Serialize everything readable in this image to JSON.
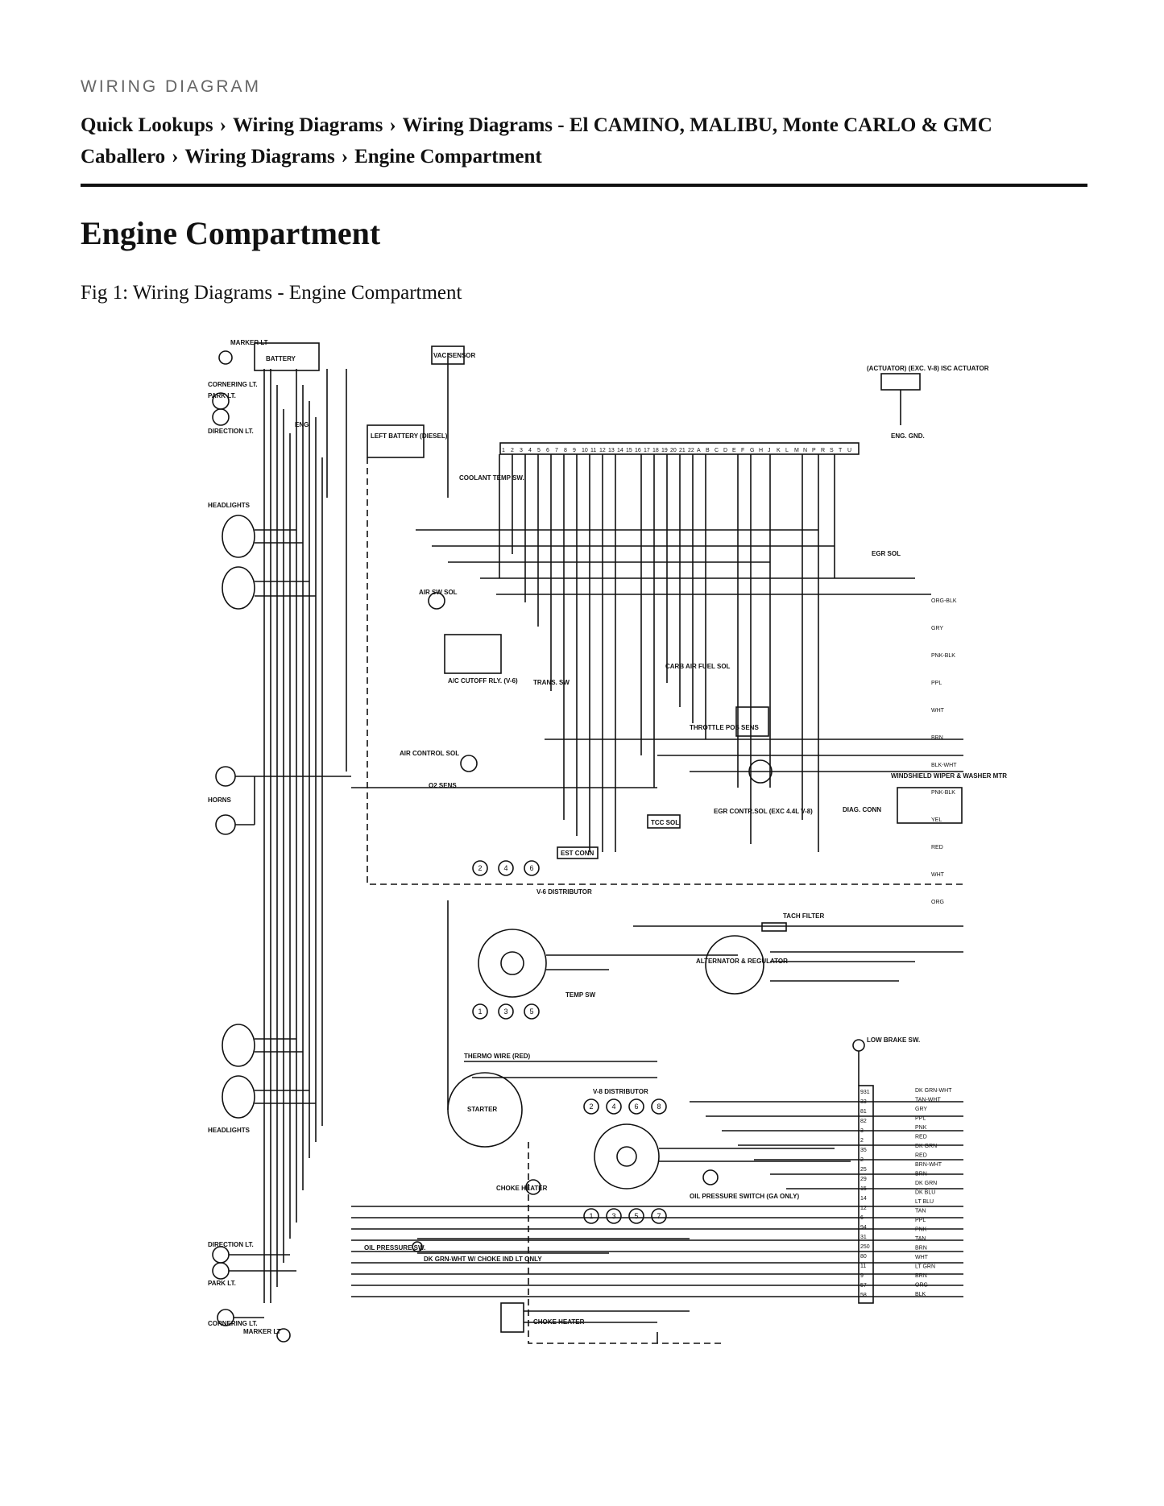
{
  "header": {
    "section_label": "WIRING DIAGRAM",
    "breadcrumb": [
      "Quick Lookups",
      "Wiring Diagrams",
      "Wiring Diagrams - El CAMINO, MALIBU, Monte CARLO & GMC Caballero",
      "Wiring Diagrams",
      "Engine Compartment"
    ],
    "separator": "›"
  },
  "page_title": "Engine Compartment",
  "caption": "Fig 1: Wiring Diagrams - Engine Compartment",
  "diagram": {
    "labels": {
      "marker_lt": "MARKER LT",
      "cornering_lt": "CORNERING LT.",
      "park_lt": "PARK LT.",
      "direction_lt": "DIRECTION LT.",
      "headlights": "HEADLIGHTS",
      "horns": "HORNS",
      "battery": "BATTERY",
      "left_battery": "LEFT BATTERY (DIESEL)",
      "eng": "ENG",
      "vac_sensor": "VAC SENSOR",
      "coolant_temp_sw": "COOLANT TEMP SW.",
      "air_sw_sol": "AIR SW SOL",
      "ac_cutoff": "A/C CUTOFF RLY. (V-6)",
      "trans_sw": "TRANS. SW",
      "carb_air_fuel_sol": "CARB AIR FUEL SOL",
      "throttle_pos_sens": "THROTTLE POS SENS",
      "air_control_sol": "AIR CONTROL SOL",
      "o2_sens": "O2 SENS",
      "tcc_sol": "TCC SOL",
      "egr_contr_sol": "EGR CONTR.SOL (EXC 4.4L V-8)",
      "diag_conn": "DIAG. CONN",
      "windshield_wiper": "WINDSHIELD WIPER & WASHER MTR",
      "est_conn": "EST CONN",
      "v6_distributor": "V-6 DISTRIBUTOR",
      "alternator": "ALTERNATOR & REGULATOR",
      "tach_filter": "TACH FILTER",
      "temp_sw": "TEMP SW",
      "thermo_wire": "THERMO WIRE (RED)",
      "starter": "STARTER",
      "v8_distributor": "V-8 DISTRIBUTOR",
      "choke_heater": "CHOKE HEATER",
      "oil_pressure_switch": "OIL PRESSURE SWITCH (GA ONLY)",
      "low_brake_sw": "LOW BRAKE SW.",
      "oil_pressure_sw": "OIL PRESSURE SW.",
      "isc_actuator": "(ACTUATOR) (EXC. V-8) ISC ACTUATOR",
      "eng_gnd": "ENG. GND.",
      "egr_sol": "EGR SOL",
      "choke_ind": "DK GRN-WHT  W/ CHOKE IND LT ONLY"
    },
    "ecm_pin_labels": [
      "1",
      "2",
      "3",
      "4",
      "5",
      "6",
      "7",
      "8",
      "9",
      "10",
      "11",
      "12",
      "13",
      "14",
      "15",
      "16",
      "17",
      "18",
      "19",
      "20",
      "21",
      "22",
      "A",
      "B",
      "C",
      "D",
      "E",
      "F",
      "G",
      "H",
      "J",
      "K",
      "L",
      "M",
      "N",
      "P",
      "R",
      "S",
      "T",
      "U"
    ],
    "right_wire_labels": [
      "ORG-BLK",
      "GRY",
      "PNK-BLK",
      "PPL",
      "WHT",
      "BRN",
      "BLK-WHT",
      "PNK-BLK",
      "YEL",
      "RED",
      "WHT",
      "ORG"
    ],
    "bottom_connector_labels": [
      "DK GRN-WHT",
      "TAN-WHT",
      "GRY",
      "PPL",
      "PNK",
      "RED",
      "DK GRN",
      "RED",
      "BRN-WHT",
      "BRN",
      "DK GRN",
      "DK BLU",
      "LT BLU",
      "TAN",
      "PPL",
      "PNK",
      "TAN",
      "BRN",
      "WHT",
      "LT GRN",
      "BRN",
      "ORG",
      "BLK"
    ],
    "bottom_connector_pins": [
      "931",
      "33",
      "81",
      "82",
      "3",
      "2",
      "35",
      "2",
      "25",
      "29",
      "15",
      "14",
      "12",
      "6",
      "94",
      "31",
      "250",
      "80",
      "11",
      "9",
      "57",
      "58"
    ],
    "distributor_numbers_v6": [
      "2",
      "4",
      "6",
      "1",
      "3",
      "5"
    ],
    "distributor_numbers_v8": [
      "2",
      "4",
      "6",
      "8",
      "1",
      "3",
      "5",
      "7"
    ]
  }
}
